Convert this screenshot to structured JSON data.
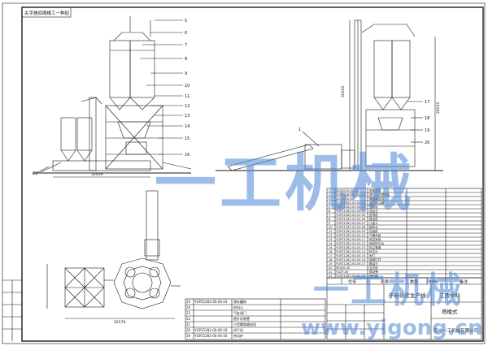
{
  "title_block": {
    "corner_title": "古字施佰阁楼工一种招",
    "product_name": "干粉砂浆生产线",
    "model": "塔楼式",
    "company": "苏州一工机械有限公司",
    "region": "江西中科",
    "col_code": "代号",
    "col_name": "名称",
    "col_qty": "数量",
    "col_material": "材料",
    "col_note": "备注"
  },
  "watermarks": {
    "main": "一工机械",
    "secondary": "一工机械",
    "url": "www.yigong.cn"
  },
  "bom_upper": [
    {
      "code": "LR32020-00-00",
      "name": "底座总成"
    },
    {
      "code": "YGPZ1282-00-00-01",
      "name": "提升斗式提升机"
    },
    {
      "code": "LA32020-00",
      "name": "螺旋输送机"
    },
    {
      "code": "YGPZ1282-00-00-02",
      "name": "袋式除尘器"
    },
    {
      "code": "YGPZ1282-00-00-03",
      "name": "搅拌机"
    },
    {
      "code": "YGPZ1282-00-00-04",
      "name": "成品仓"
    },
    {
      "code": "YGPZ1282-00-00-05",
      "name": "皮带机"
    },
    {
      "code": "YGPZ1282-00-00-06",
      "name": "输送机"
    },
    {
      "code": "YGPZ1282-00-00-07",
      "name": "计量斗"
    },
    {
      "code": "YGPZ1282-00-00-08",
      "name": "配料仓"
    },
    {
      "code": "YGPZ1282-00-00-09",
      "name": "包装机"
    },
    {
      "code": "YGPZ1282-00-00-10",
      "name": "气路系统"
    },
    {
      "code": "YGPZ1282-00-00-11",
      "name": "电控系统"
    },
    {
      "code": "YGPZ1282-00-00-12",
      "name": "钢结构平台"
    },
    {
      "code": "YGPZ1282-00-00-13",
      "name": "除尘管道"
    },
    {
      "code": "YGPZ1282-00-00-14",
      "name": "料位计"
    },
    {
      "code": "YGPZ1282-00-00-15",
      "name": "阀门"
    },
    {
      "code": "YGPZ1282-00-00-16",
      "name": "楼梯栏杆"
    },
    {
      "code": "YGPZ1282-00-00-17",
      "name": "散装头"
    },
    {
      "code": "SP420-00",
      "name": "空压机"
    },
    {
      "code": "YGZF-00",
      "name": "振动筛"
    },
    {
      "code": "YGPZ1282-00-00-18",
      "name": "储气罐"
    }
  ],
  "bom_lower": [
    {
      "no": "25",
      "code": "YGPZ1282-00-00-23",
      "name": "储存罐体"
    },
    {
      "no": "24",
      "code": "",
      "name": "砂料斗"
    },
    {
      "no": "23",
      "code": "",
      "name": "气缸阀门"
    },
    {
      "no": "22",
      "code": "",
      "name": "提升机装置"
    },
    {
      "no": "21",
      "code": "",
      "name": "小型螺旋输送机"
    },
    {
      "no": "20",
      "code": "YGPZ1282-00-00-19",
      "name": "烘干机"
    },
    {
      "no": "19",
      "code": "YGPZ1282-00-00-20",
      "name": "热风炉"
    }
  ],
  "dimensions": {
    "front_width": "32039",
    "side_height": "30000",
    "side_height2": "26020",
    "plan_width": "32570"
  },
  "callouts_front": [
    "5",
    "6",
    "7",
    "8",
    "9",
    "10",
    "11",
    "12",
    "13",
    "14",
    "15",
    "16",
    "21"
  ],
  "callouts_side": [
    "1",
    "17",
    "18",
    "19",
    "20"
  ]
}
